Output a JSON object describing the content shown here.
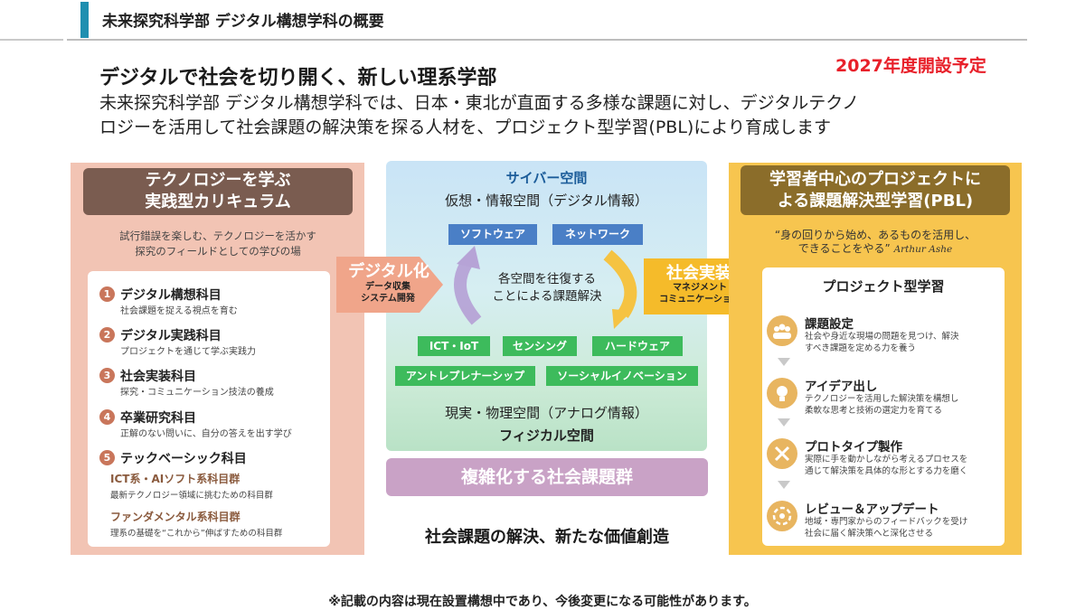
{
  "header": {
    "title": "未来探究科学部 デジタル構想学科の概要"
  },
  "open_date": "2027年度開設予定",
  "headline": "デジタルで社会を切り開く、新しい理系学部",
  "intro": {
    "line1": "未来探究科学部 デジタル構想学科では、日本・東北が直面する多様な課題に対し、デジタルテクノ",
    "line2": "ロジーを活用して社会課題の解決策を探る人材を、プロジェクト型学習(PBL)により育成します"
  },
  "left": {
    "heading_line1": "テクノロジーを学ぶ",
    "heading_line2": "実践型カリキュラム",
    "note_line1": "試行錯誤を楽しむ、テクノロジーを活かす",
    "note_line2": "探究のフィールドとしての学びの場",
    "subjects": [
      {
        "num": "1",
        "title": "デジタル構想科目",
        "desc": "社会課題を捉える視点を育む"
      },
      {
        "num": "2",
        "title": "デジタル実践科目",
        "desc": "プロジェクトを通じて学ぶ実践力"
      },
      {
        "num": "3",
        "title": "社会実装科目",
        "desc": "探究・コミュニケーション技法の養成"
      },
      {
        "num": "4",
        "title": "卒業研究科目",
        "desc": "正解のない問いに、自分の答えを出す学び"
      },
      {
        "num": "5",
        "title": "テックベーシック科目",
        "desc": ""
      }
    ],
    "groups": [
      {
        "title": "ICT系・AIソフト系科目群",
        "desc": "最新テクノロジー領域に挑むための科目群"
      },
      {
        "title": "ファンダメンタル系科目群",
        "desc": "理系の基礎を“これから”伸ばすための科目群"
      }
    ]
  },
  "center": {
    "cyber_title": "サイバー空間",
    "virtual_title": "仮想・情報空間（デジタル情報）",
    "blue_tags": [
      "ソフトウェア",
      "ネットワーク"
    ],
    "cycle_line1": "各空間を往復する",
    "cycle_line2": "ことによる課題解決",
    "green_tags_row1": [
      "ICT・IoT",
      "センシング",
      "ハードウェア"
    ],
    "green_tags_row2": [
      "アントレプレナーシップ",
      "ソーシャルイノベーション"
    ],
    "physical_title": "現実・物理空間（アナログ情報）",
    "physical_name": "フィジカル空間",
    "issues": "複雑化する社会課題群",
    "value": "社会課題の解決、新たな価値創造"
  },
  "arrows": {
    "digital_label": "デジタル化",
    "digital_sub1": "データ収集",
    "digital_sub2": "システム開発",
    "social_label": "社会実装",
    "social_sub1": "マネジメント",
    "social_sub2": "コミュニケーション"
  },
  "right": {
    "heading_line1": "学習者中心のプロジェクトに",
    "heading_line2": "よる課題解決型学習(PBL)",
    "quote_line1": "“身の回りから始め、あるものを活用し、",
    "quote_line2": "できることをやる”",
    "quote_author": "Arthur Ashe",
    "pbl_title": "プロジェクト型学習",
    "steps": [
      {
        "title": "課題設定",
        "desc1": "社会や身近な現場の問題を見つけ、解決",
        "desc2": "すべき課題を定める力を養う"
      },
      {
        "title": "アイデア出し",
        "desc1": "テクノロジーを活用した解決策を構想し",
        "desc2": "柔軟な思考と技術の選定力を育てる"
      },
      {
        "title": "プロトタイプ製作",
        "desc1": "実際に手を動かしながら考えるプロセスを",
        "desc2": "通じて解決策を具体的な形とする力を磨く"
      },
      {
        "title": "レビュー＆アップデート",
        "desc1": "地域・専門家からのフィードバックを受け",
        "desc2": "社会に届く解決策へと深化させる"
      }
    ]
  },
  "footnote": "※記載の内容は現在設置構想中であり、今後変更になる可能性があります。",
  "colors": {
    "accent_bar": "#1f8fb0",
    "open_date": "#e8202a",
    "left_panel": "#f2c4b4",
    "right_panel": "#f7c54f",
    "blue_tag": "#4a7fc6",
    "green_tag": "#3dbb5c",
    "issues_box": "#c9a2c6"
  }
}
